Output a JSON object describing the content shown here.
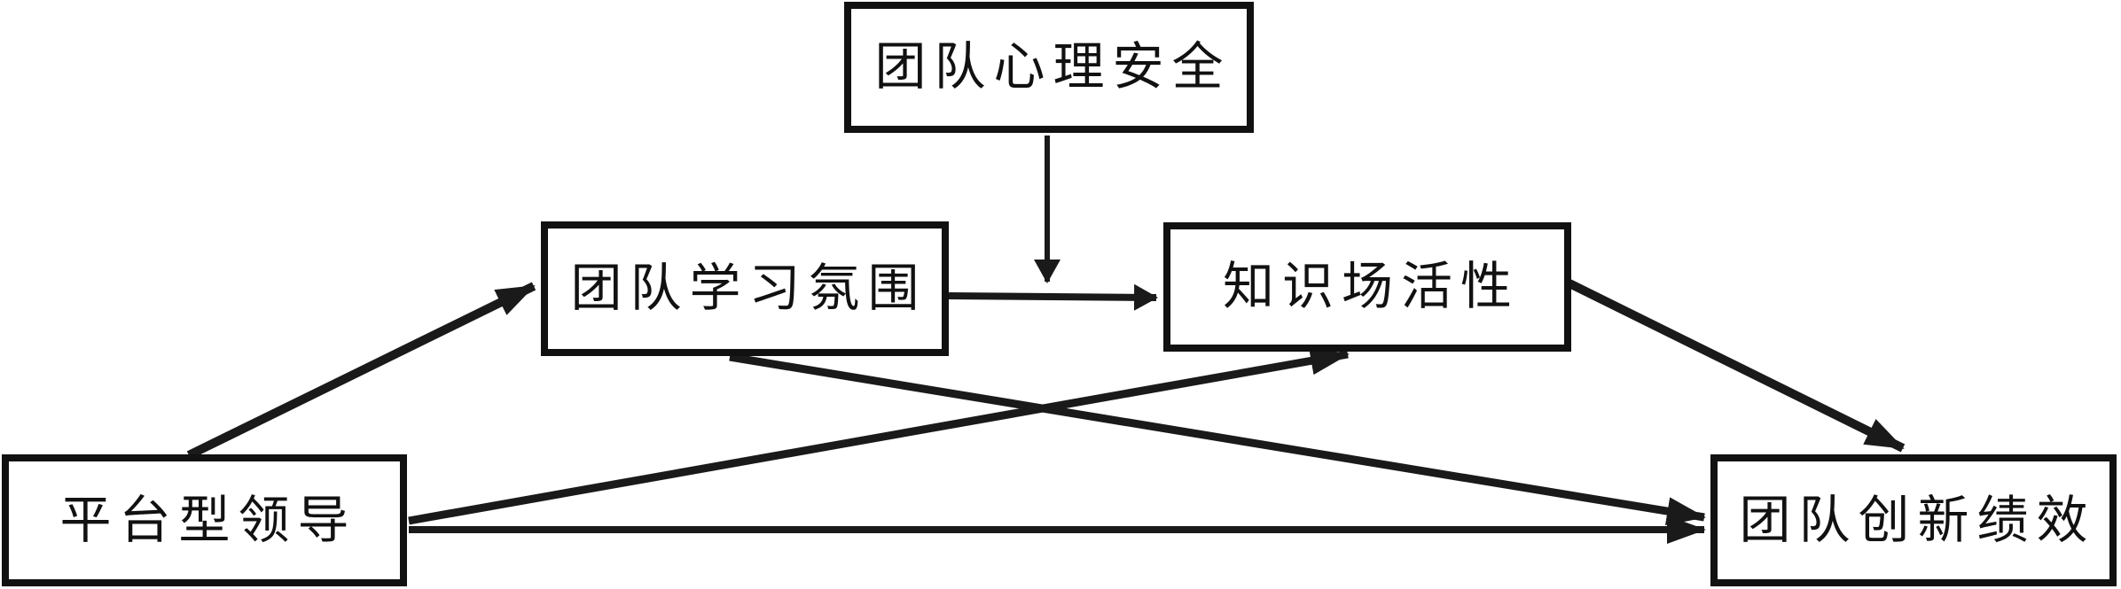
{
  "diagram": {
    "type": "path-model",
    "nodes": {
      "psychological_safety": {
        "label": "团队心理安全"
      },
      "learning_climate": {
        "label": "团队学习氛围"
      },
      "knowledge_field": {
        "label": "知识场活性"
      },
      "platform_leadership": {
        "label": "平台型领导"
      },
      "innovation_performance": {
        "label": "团队创新绩效"
      }
    },
    "edges": [
      {
        "from": "平台型领导",
        "to": "团队学习氛围",
        "kind": "direct"
      },
      {
        "from": "团队学习氛围",
        "to": "知识场活性",
        "kind": "direct"
      },
      {
        "from": "团队心理安全",
        "to": "团队学习氛围→知识场活性路径",
        "kind": "moderation"
      },
      {
        "from": "平台型领导",
        "to": "知识场活性",
        "kind": "direct"
      },
      {
        "from": "团队学习氛围",
        "to": "团队创新绩效",
        "kind": "direct"
      },
      {
        "from": "平台型领导",
        "to": "团队创新绩效",
        "kind": "direct"
      },
      {
        "from": "知识场活性",
        "to": "团队创新绩效",
        "kind": "direct"
      }
    ],
    "colors": {
      "background": "#ffffff",
      "line": "#1a1a1a",
      "box_border": "#111111",
      "text": "#111111"
    }
  }
}
